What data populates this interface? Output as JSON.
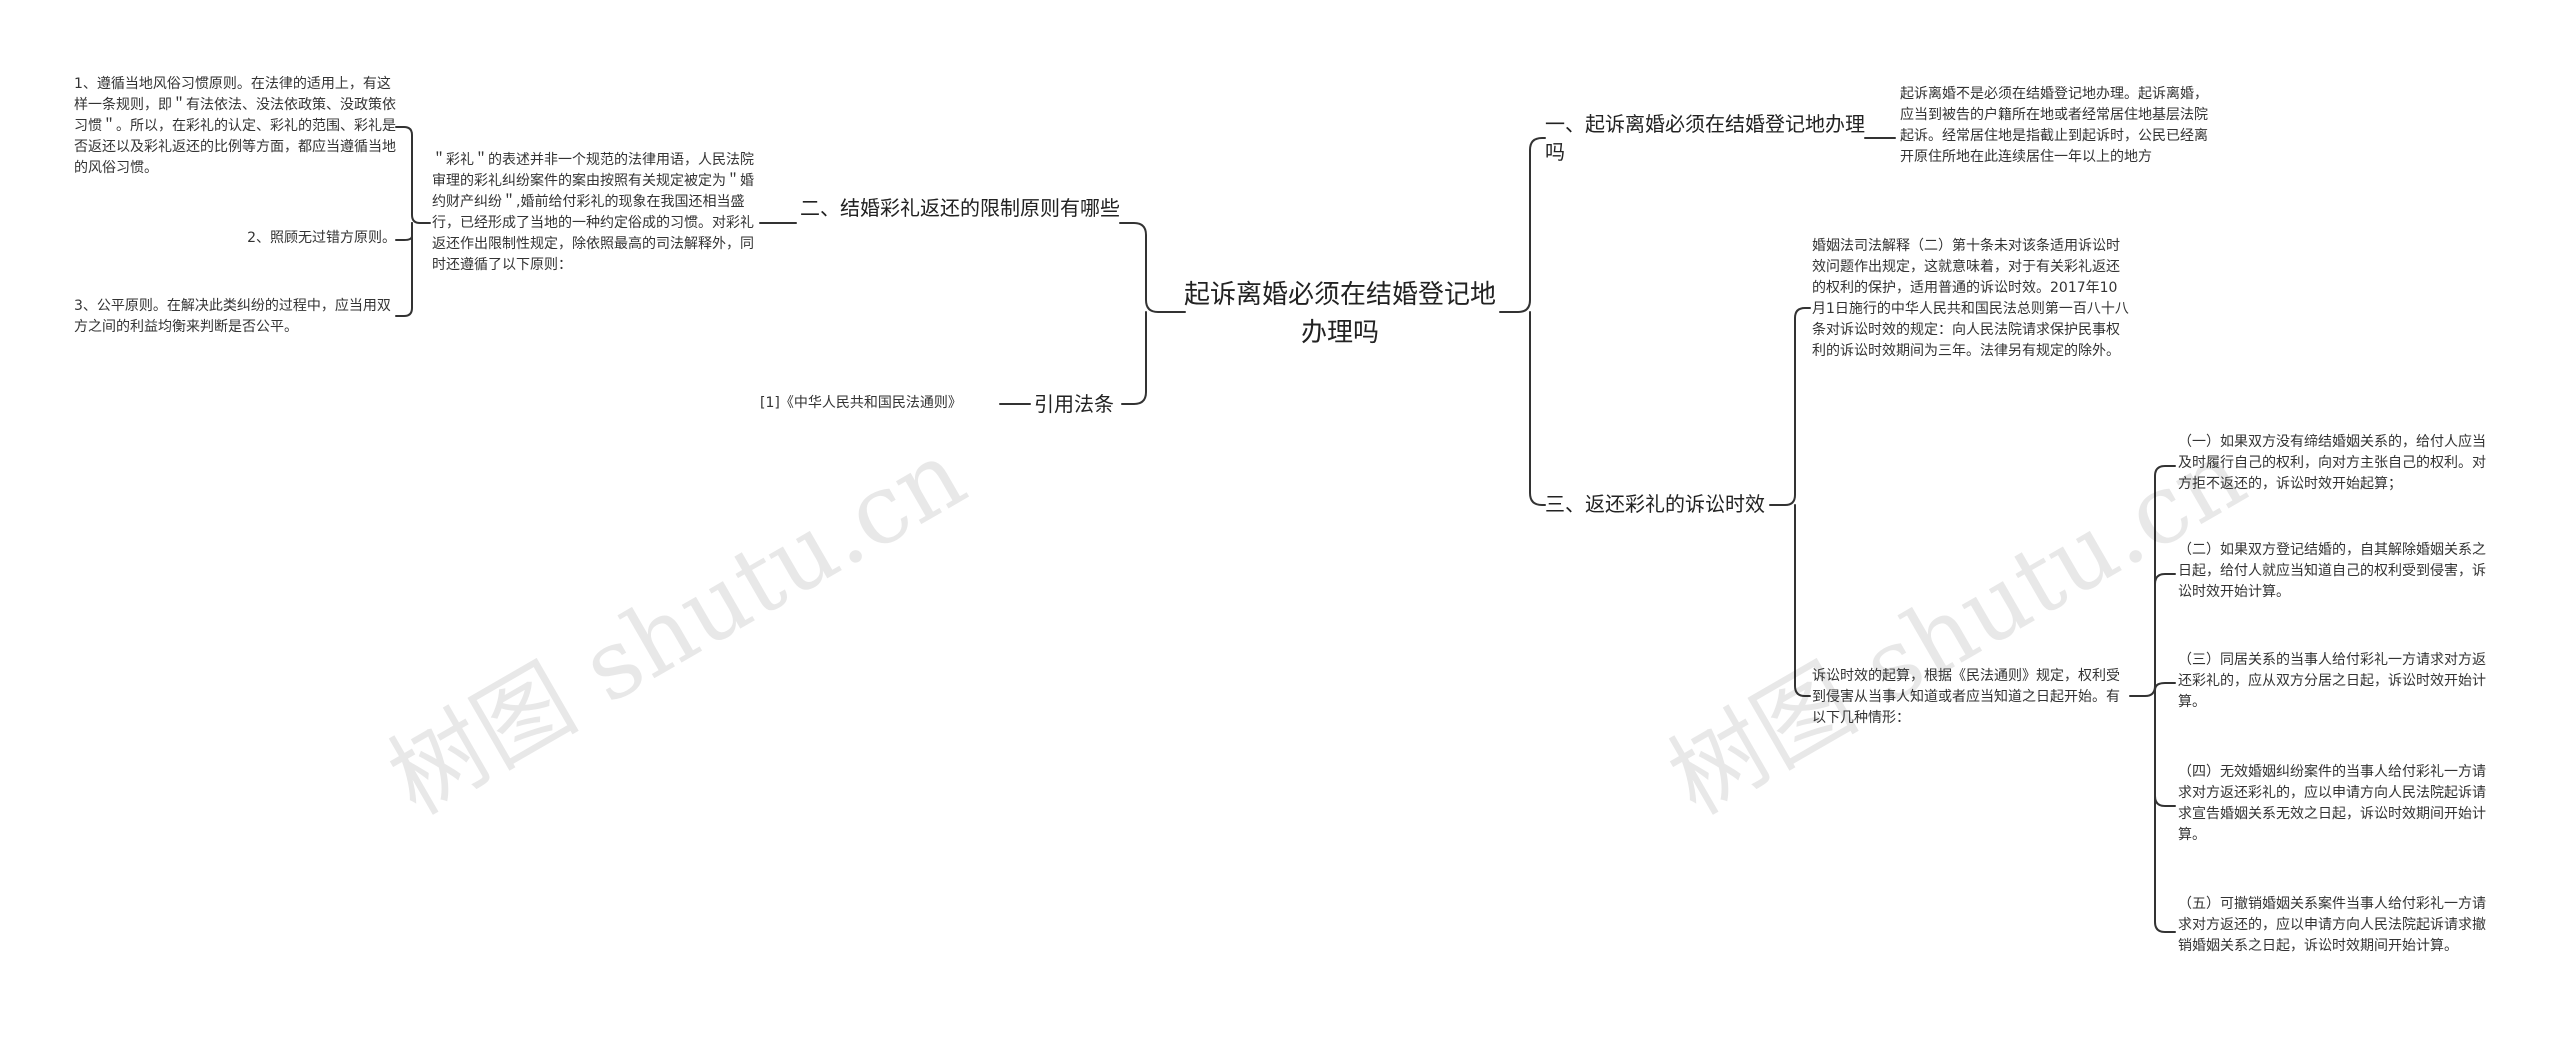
{
  "root": {
    "title": "起诉离婚必须在结婚登记地办理吗"
  },
  "left": {
    "branch_limits": {
      "title": "二、结婚彩礼返还的限制原则有哪些",
      "intro": "＂彩礼＂的表述并非一个规范的法律用语，人民法院审理的彩礼纠纷案件的案由按照有关规定被定为＂婚约财产纠纷＂,婚前给付彩礼的现象在我国还相当盛行，已经形成了当地的一种约定俗成的习惯。对彩礼返还作出限制性规定，除依照最高的司法解释外，同时还遵循了以下原则：",
      "principles": [
        "1、遵循当地风俗习惯原则。在法律的适用上，有这样一条规则，即＂有法依法、没法依政策、没政策依习惯＂。所以，在彩礼的认定、彩礼的范围、彩礼是否返还以及彩礼返还的比例等方面，都应当遵循当地的风俗习惯。",
        "2、照顾无过错方原则。",
        "3、公平原则。在解决此类纠纷的过程中，应当用双方之间的利益均衡来判断是否公平。"
      ]
    },
    "branch_refs": {
      "title": "引用法条",
      "item": "[1]《中华人民共和国民法通则》"
    }
  },
  "right": {
    "branch_location": {
      "title": "一、起诉离婚必须在结婚登记地办理吗",
      "text": "起诉离婚不是必须在结婚登记地办理。起诉离婚，应当到被告的户籍所在地或者经常居住地基层法院起诉。经常居住地是指截止到起诉时，公民已经离开原住所地在此连续居住一年以上的地方"
    },
    "branch_limitation": {
      "title": "三、返还彩礼的诉讼时效",
      "explain": "婚姻法司法解释（二）第十条未对该条适用诉讼时效问题作出规定，这就意味着，对于有关彩礼返还的权利的保护，适用普通的诉讼时效。2017年10月1日施行的中华人民共和国民法总则第一百八十八条对诉讼时效的规定：向人民法院请求保护民事权利的诉讼时效期间为三年。法律另有规定的除外。",
      "start": "诉讼时效的起算，根据《民法通则》规定，权利受到侵害从当事人知道或者应当知道之日起开始。有以下几种情形：",
      "cases": [
        "（一）如果双方没有缔结婚姻关系的，给付人应当及时履行自己的权利，向对方主张自己的权利。对方拒不返还的，诉讼时效开始起算；",
        "（二）如果双方登记结婚的，自其解除婚姻关系之日起，给付人就应当知道自己的权利受到侵害，诉讼时效开始计算。",
        "（三）同居关系的当事人给付彩礼一方请求对方返还彩礼的，应从双方分居之日起，诉讼时效开始计算。",
        "（四）无效婚姻纠纷案件的当事人给付彩礼一方请求对方返还彩礼的，应以申请方向人民法院起诉请求宣告婚姻关系无效之日起，诉讼时效期间开始计算。",
        "（五）可撤销婚姻关系案件当事人给付彩礼一方请求对方返还的，应以申请方向人民法院起诉请求撤销婚姻关系之日起，诉讼时效期间开始计算。"
      ]
    }
  },
  "watermark": "树图 shutu.cn",
  "colors": {
    "line": "#333333",
    "text": "#333333",
    "watermark": "#d8d8d8"
  }
}
